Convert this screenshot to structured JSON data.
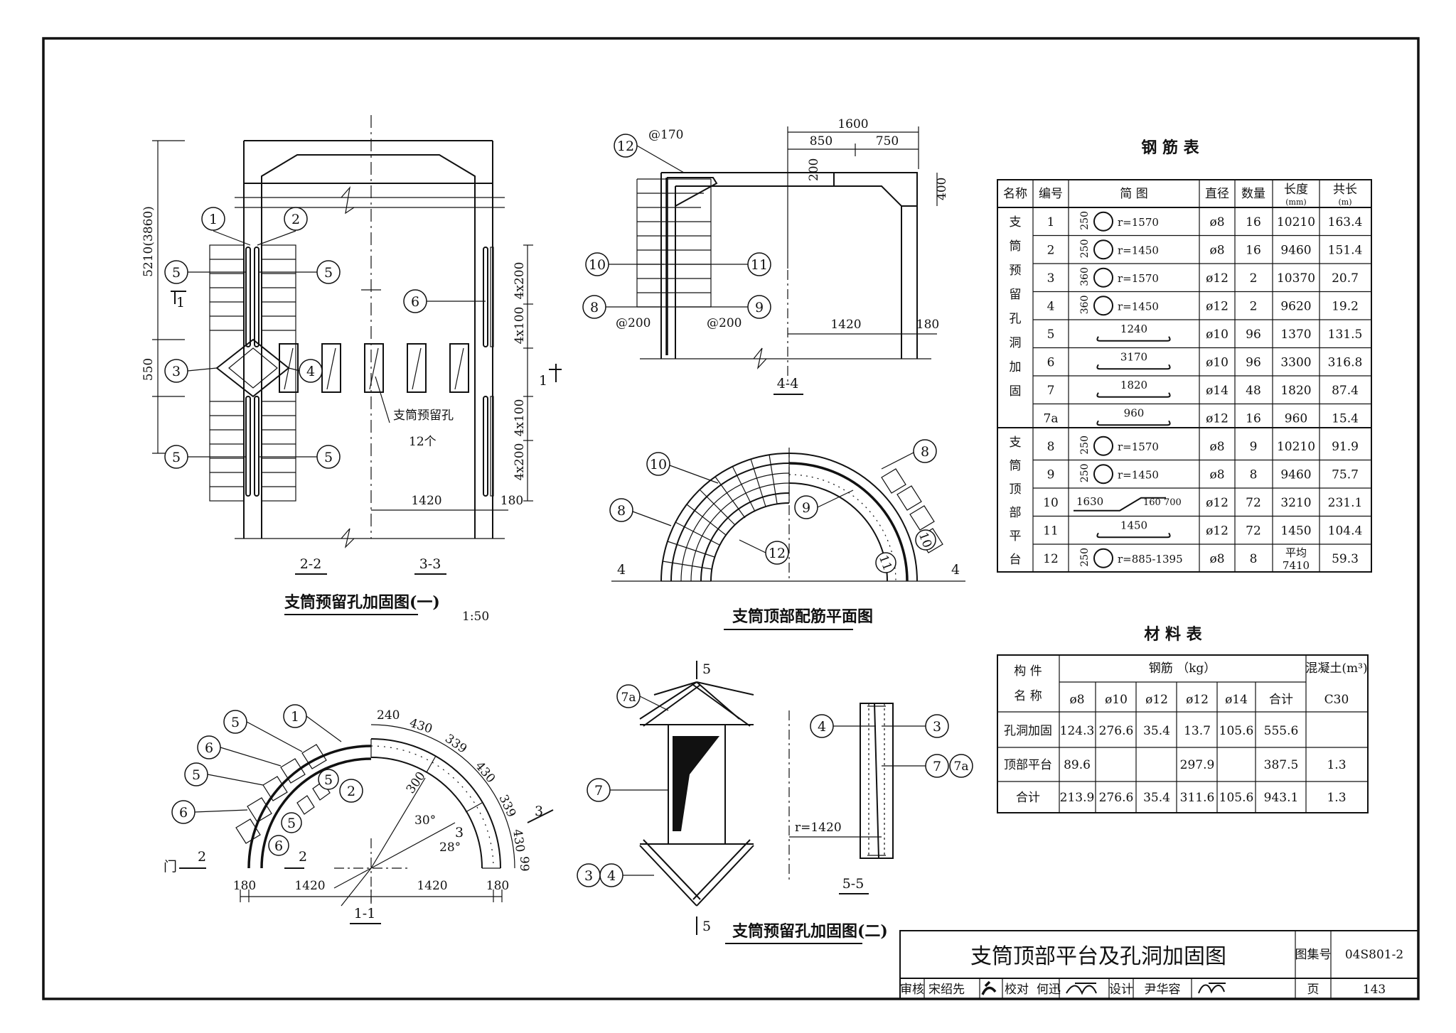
{
  "titles": {
    "view_a": "支筒预留孔加固图(一)",
    "view_a_scale": "1:50",
    "view_b": "支筒顶部配筋平面图",
    "view_c": "支筒预留孔加固图(二)",
    "rebar_table": "钢 筋 表",
    "material_table": "材 料 表"
  },
  "view_a": {
    "sec_labels": [
      "2-2",
      "3-3",
      "1-1"
    ],
    "cut_marks": [
      "1",
      "1"
    ],
    "dims": [
      "5210(3860)",
      "550",
      "4x200",
      "4x100",
      "4x100",
      "4x200",
      "1420",
      "180"
    ],
    "hole_label": "支筒预留孔",
    "hole_count": "12个",
    "callouts": [
      "1",
      "2",
      "5",
      "5",
      "3",
      "4",
      "5",
      "5",
      "6"
    ]
  },
  "view_11": {
    "dims": [
      "240",
      "430",
      "339",
      "430",
      "339",
      "430",
      "99",
      "300",
      "30°",
      "28°",
      "180",
      "1420",
      "1420",
      "180"
    ],
    "labels": [
      "门",
      "2",
      "2",
      "3",
      "3"
    ],
    "callouts": [
      "5",
      "1",
      "6",
      "5",
      "6",
      "2",
      "5",
      "5",
      "6"
    ]
  },
  "view_44": {
    "dims": [
      "@170",
      "1600",
      "850",
      "750",
      "200",
      "400",
      "@200",
      "@200",
      "1420",
      "180"
    ],
    "sec_label": "4-4",
    "callouts": [
      "12",
      "10",
      "11",
      "8",
      "9"
    ]
  },
  "view_plan": {
    "callouts": [
      "10",
      "8",
      "12",
      "9",
      "8",
      "10",
      "11"
    ],
    "cut_labels": [
      "4",
      "4"
    ]
  },
  "view_reinf2": {
    "cut_labels": [
      "5",
      "5"
    ],
    "callouts": [
      "7a",
      "7",
      "3",
      "4"
    ]
  },
  "view_55": {
    "sec_label": "5-5",
    "r_label": "r=1420",
    "callouts": [
      "4",
      "3",
      "7",
      "7a"
    ]
  },
  "rebar_table": {
    "headers": [
      "名称",
      "编号",
      "简    图",
      "直径",
      "数量",
      "长度",
      "(mm)",
      "共长",
      "(m)"
    ],
    "group1": [
      "支",
      "筒",
      "预",
      "留",
      "孔",
      "洞",
      "加",
      "固"
    ],
    "group2": [
      "支",
      "筒",
      "顶",
      "部",
      "平",
      "台"
    ],
    "rows": [
      {
        "no": "1",
        "shape_n": "250",
        "shape_r": "r=1570",
        "dia": "ø8",
        "qty": "16",
        "len": "10210",
        "total": "163.4"
      },
      {
        "no": "2",
        "shape_n": "250",
        "shape_r": "r=1450",
        "dia": "ø8",
        "qty": "16",
        "len": "9460",
        "total": "151.4"
      },
      {
        "no": "3",
        "shape_n": "360",
        "shape_r": "r=1570",
        "dia": "ø12",
        "qty": "2",
        "len": "10370",
        "total": "20.7"
      },
      {
        "no": "4",
        "shape_n": "360",
        "shape_r": "r=1450",
        "dia": "ø12",
        "qty": "2",
        "len": "9620",
        "total": "19.2"
      },
      {
        "no": "5",
        "shape_n": "1240",
        "shape_r": "",
        "dia": "ø10",
        "qty": "96",
        "len": "1370",
        "total": "131.5"
      },
      {
        "no": "6",
        "shape_n": "3170",
        "shape_r": "",
        "dia": "ø10",
        "qty": "96",
        "len": "3300",
        "total": "316.8"
      },
      {
        "no": "7",
        "shape_n": "1820",
        "shape_r": "",
        "dia": "ø14",
        "qty": "48",
        "len": "1820",
        "total": "87.4"
      },
      {
        "no": "7a",
        "shape_n": "960",
        "shape_r": "",
        "dia": "ø12",
        "qty": "16",
        "len": "960",
        "total": "15.4"
      },
      {
        "no": "8",
        "shape_n": "250",
        "shape_r": "r=1570",
        "dia": "ø8",
        "qty": "9",
        "len": "10210",
        "total": "91.9"
      },
      {
        "no": "9",
        "shape_n": "250",
        "shape_r": "r=1450",
        "dia": "ø8",
        "qty": "8",
        "len": "9460",
        "total": "75.7"
      },
      {
        "no": "10",
        "shape_n": "1630",
        "shape_r": "160  700",
        "dia": "ø12",
        "qty": "72",
        "len": "3210",
        "total": "231.1"
      },
      {
        "no": "11",
        "shape_n": "1450",
        "shape_r": "",
        "dia": "ø12",
        "qty": "72",
        "len": "1450",
        "total": "104.4"
      },
      {
        "no": "12",
        "shape_n": "250",
        "shape_r": "r=885-1395",
        "dia": "ø8",
        "qty": "8",
        "len": "平均\n7410",
        "total": "59.3"
      }
    ]
  },
  "material_table": {
    "h_component": "构 件",
    "h_name": "名 称",
    "h_steel": "钢筋   （kg）",
    "h_concrete": "混凝土(m³)",
    "cols": [
      "ø8",
      "ø10",
      "ø12",
      "ø12",
      "ø14",
      "合计",
      "C30"
    ],
    "rows": [
      {
        "name": "孔洞加固",
        "vals": [
          "124.3",
          "276.6",
          "35.4",
          "13.7",
          "105.6",
          "555.6",
          ""
        ]
      },
      {
        "name": "顶部平台",
        "vals": [
          "89.6",
          "",
          "",
          "297.9",
          "",
          "387.5",
          "1.3"
        ]
      },
      {
        "name": "合计",
        "vals": [
          "213.9",
          "276.6",
          "35.4",
          "311.6",
          "105.6",
          "943.1",
          "1.3"
        ]
      }
    ]
  },
  "title_block": {
    "drawing_title": "支筒顶部平台及孔洞加固图",
    "atlas_label": "图集号",
    "atlas_no": "04S801-2",
    "review_label": "审核",
    "reviewer": "宋绍先",
    "check_label": "校对",
    "checker": "何迅",
    "design_label": "设计",
    "designer": "尹华容",
    "page_label": "页",
    "page_no": "143"
  }
}
